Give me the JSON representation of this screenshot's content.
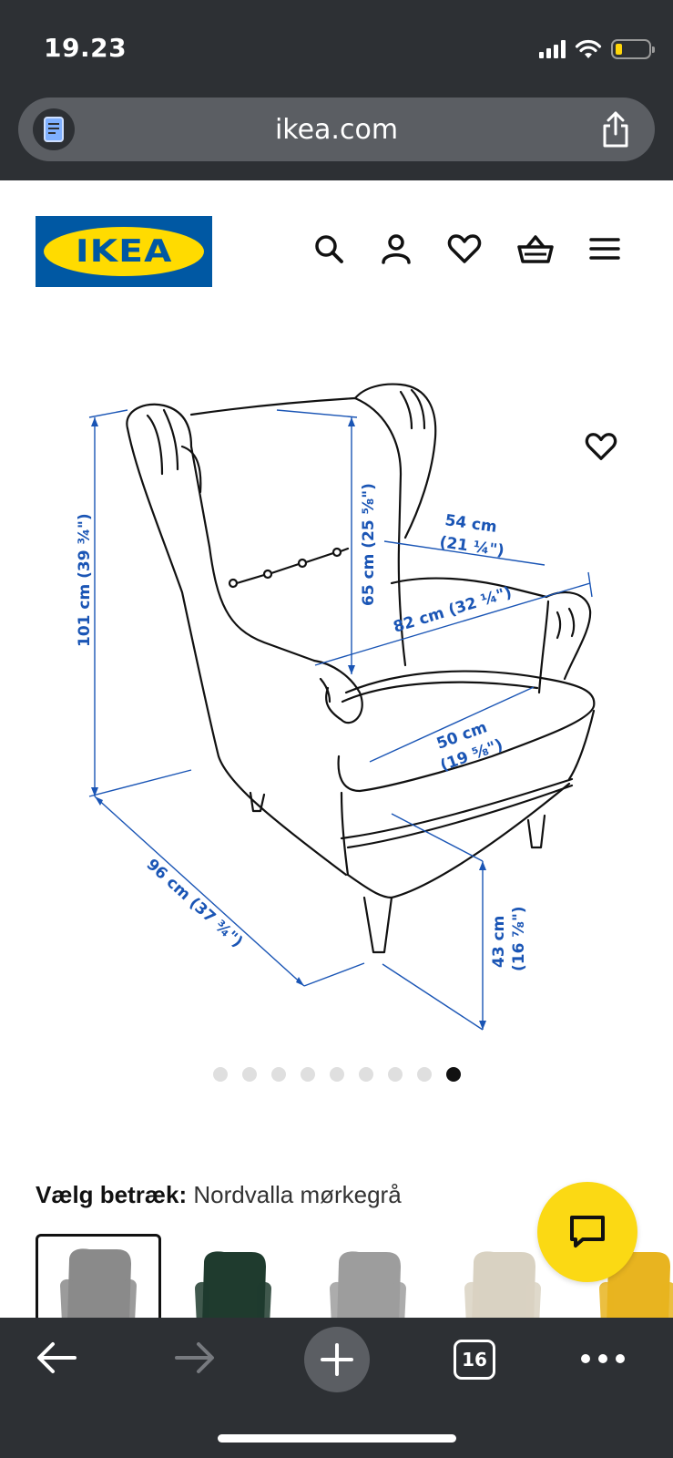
{
  "status_bar": {
    "time": "19.23"
  },
  "browser": {
    "url": "ikea.com",
    "tab_count": "16"
  },
  "header": {
    "logo_text": "IKEA",
    "brand_colors": {
      "blue": "#0058a3",
      "yellow": "#ffdb00"
    },
    "icons": [
      "search-icon",
      "account-icon",
      "heart-icon",
      "basket-icon",
      "menu-icon"
    ]
  },
  "product_image": {
    "dimensions": {
      "height": "101 cm (39 ¾\")",
      "back_height": "65 cm (25 ⅝\")",
      "width_top": "54 cm",
      "width_top_in": "(21 ¼\")",
      "seat_width_outer": "82 cm (32 ¼\")",
      "seat_width": "50 cm",
      "seat_width_in": "(19 ⅝\")",
      "depth": "96 cm (37 ¾\")",
      "seat_height": "43 cm",
      "seat_height_in": "(16 ⅞\")"
    },
    "carousel": {
      "count": 9,
      "active_index": 8
    }
  },
  "variant": {
    "label": "Vælg betræk:",
    "selected": "Nordvalla mørkegrå",
    "swatch_colors": [
      "#8a8a8a",
      "#1f3b2e",
      "#9d9d9d",
      "#d9d2c2",
      "#e8b420"
    ]
  },
  "accent": {
    "chat": "#fbd914",
    "dimension_line": "#1a55b5"
  }
}
